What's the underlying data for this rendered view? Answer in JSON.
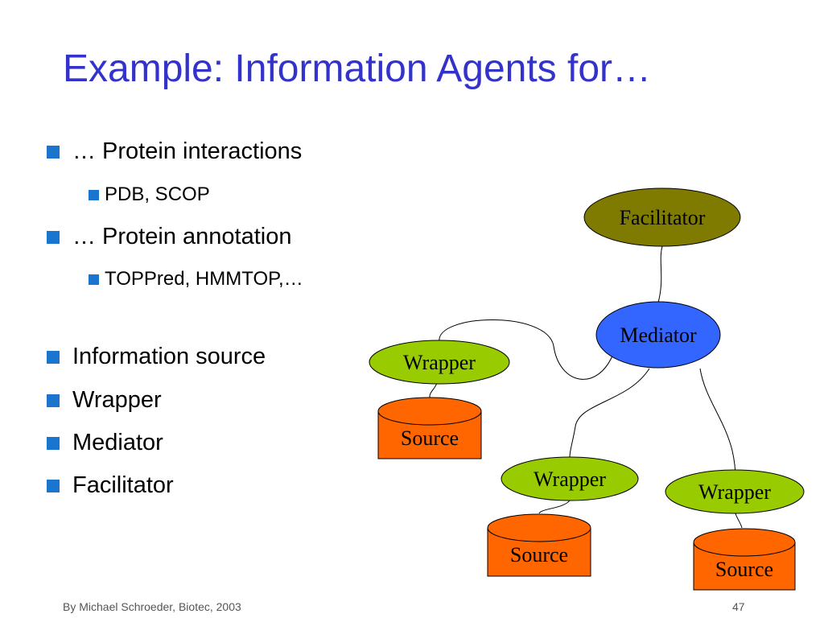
{
  "slide": {
    "title": "Example: Information Agents for…",
    "bullets": [
      {
        "level": 1,
        "text": "… Protein interactions"
      },
      {
        "level": 2,
        "text": "PDB, SCOP"
      },
      {
        "level": 1,
        "text": "… Protein annotation"
      },
      {
        "level": 2,
        "text": "TOPPred, HMMTOP,…"
      },
      {
        "level": 1,
        "text": "Information source"
      },
      {
        "level": 1,
        "text": "Wrapper"
      },
      {
        "level": 1,
        "text": "Mediator"
      },
      {
        "level": 1,
        "text": "Facilitator"
      }
    ],
    "bullet_icon": "square-bullet-icon",
    "footer": {
      "author": "By Michael Schroeder, Biotec, 2003",
      "page_number": "47"
    }
  },
  "diagram": {
    "facilitator": {
      "label": "Facilitator"
    },
    "mediator": {
      "label": "Mediator"
    },
    "wrappers": [
      {
        "label": "Wrapper"
      },
      {
        "label": "Wrapper"
      },
      {
        "label": "Wrapper"
      }
    ],
    "sources": [
      {
        "label": "Source"
      },
      {
        "label": "Source"
      },
      {
        "label": "Source"
      }
    ]
  },
  "colors": {
    "title": "#3333cc",
    "bullet": "#1a75cf",
    "facilitator": "#7f7a00",
    "mediator": "#3366ff",
    "wrapper": "#99cc00",
    "source": "#ff6600"
  }
}
